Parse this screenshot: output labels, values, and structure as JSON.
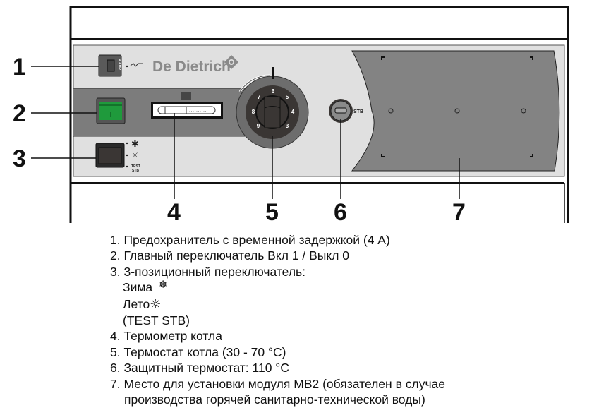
{
  "panel": {
    "brand": "De Dietrich",
    "fuse_label": "4 AMP",
    "switch_modes": [
      "winter-snowflake-icon",
      "summer-sun-icon",
      "TEST STB"
    ],
    "test_label_line1": "TEST",
    "test_label_line2": "STB",
    "stb_label": "STB",
    "dial_numbers": [
      "3",
      "4",
      "5",
      "6",
      "7",
      "8",
      "9"
    ],
    "colors": {
      "panel": "#e0e0e0",
      "band": "#7c7c7c",
      "module": "#838383",
      "switch_green": "#1f9a3c",
      "knob": "#3a3634"
    }
  },
  "callouts": [
    "1",
    "2",
    "3",
    "4",
    "5",
    "6",
    "7"
  ],
  "legend": {
    "item1": "1. Предохранитель с временной задержкой (4 A)",
    "item2": "2. Главный переключатель Вкл 1 / Выкл 0",
    "item3": "3. 3-позиционный переключатель:",
    "item3_winter": "Зима",
    "item3_summer": "Лето",
    "item3_test": "(TEST STB)",
    "item4": "4. Термометр котла",
    "item5": "5. Термостат котла (30 - 70 °C)",
    "item6": "6. Защитный термостат: 110 °C",
    "item7_line1": "7.  Место для установки модуля MB2 (обязателен в случае",
    "item7_line2": "производства горячей санитарно-технической воды)"
  }
}
